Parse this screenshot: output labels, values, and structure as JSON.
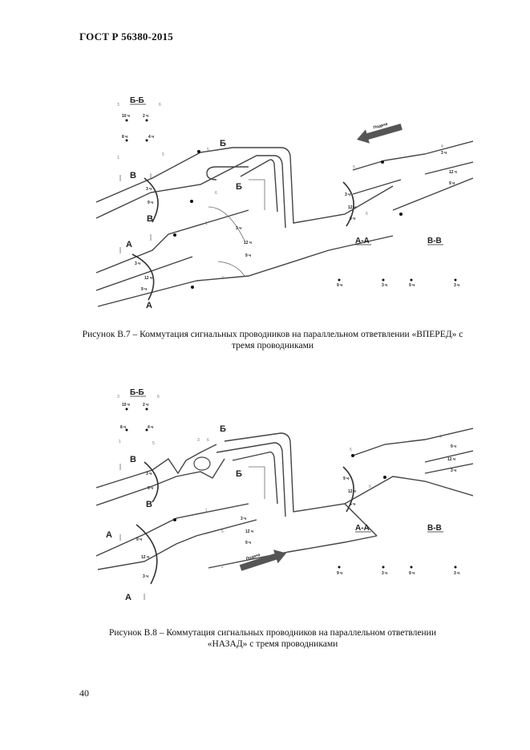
{
  "header": {
    "title": "ГОСТ Р 56380-2015"
  },
  "figures": [
    {
      "caption_line1": "Рисунок В.7 – Коммутация сигнальных проводников на параллельном ответвлении «ВПЕРЕД» с",
      "caption_line2": "тремя проводниками",
      "arrow_label": "Подача",
      "section_labels": {
        "bb": "Б-Б",
        "aa": "А-А",
        "vv": "В-В",
        "v": "В",
        "a": "А",
        "b": "Б"
      },
      "clock_labels": {
        "h3": "3 ч",
        "h9": "9 ч",
        "h12": "12 ч",
        "h10": "10 ч",
        "h2": "2 ч",
        "h8": "8 ч",
        "h4": "4 ч"
      },
      "small_numbers": {
        "n1": "1",
        "n2": "2",
        "n3": "3",
        "n4": "4",
        "n5": "5",
        "n6": "6"
      }
    },
    {
      "caption_line1": "Рисунок В.8 – Коммутация сигнальных проводников на параллельном ответвлении",
      "caption_line2": "«НАЗАД» с тремя проводниками",
      "arrow_label": "Подача",
      "section_labels": {
        "bb": "Б-Б",
        "aa": "А-А",
        "vv": "В-В",
        "v": "В",
        "a": "А",
        "b": "Б"
      },
      "clock_labels": {
        "h3": "3 ч",
        "h9": "9 ч",
        "h12": "12 ч",
        "h10": "10 ч",
        "h2": "2 ч",
        "h8": "8 ч",
        "h4": "4 ч"
      },
      "small_numbers": {
        "n1": "1",
        "n2": "2",
        "n3": "3",
        "n4": "4",
        "n5": "5",
        "n6": "6"
      }
    }
  ],
  "page_number": "40"
}
